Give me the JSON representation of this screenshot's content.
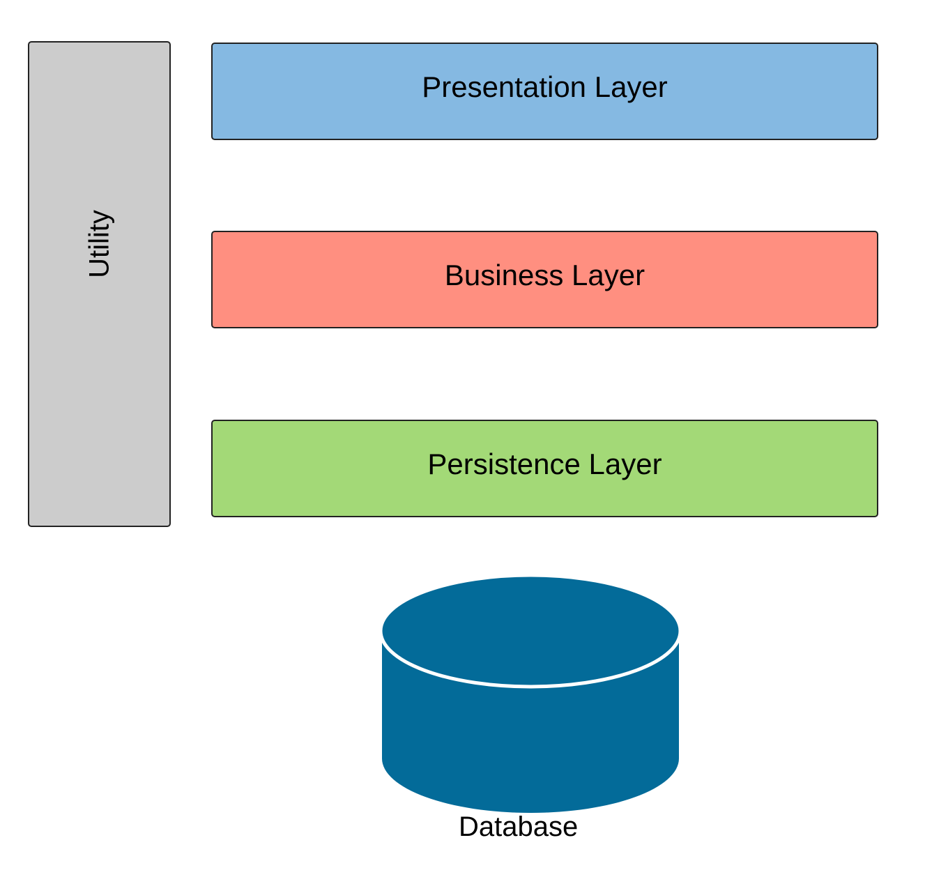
{
  "diagram": {
    "utility": {
      "label": "Utility",
      "color": "#cccccc"
    },
    "layers": [
      {
        "label": "Presentation Layer",
        "color": "#85b9e2"
      },
      {
        "label": "Business Layer",
        "color": "#ff8f80"
      },
      {
        "label": "Persistence Layer",
        "color": "#a3d977"
      }
    ],
    "database": {
      "label": "Database",
      "color": "#036b99",
      "icon": "database-cylinder-icon"
    }
  }
}
